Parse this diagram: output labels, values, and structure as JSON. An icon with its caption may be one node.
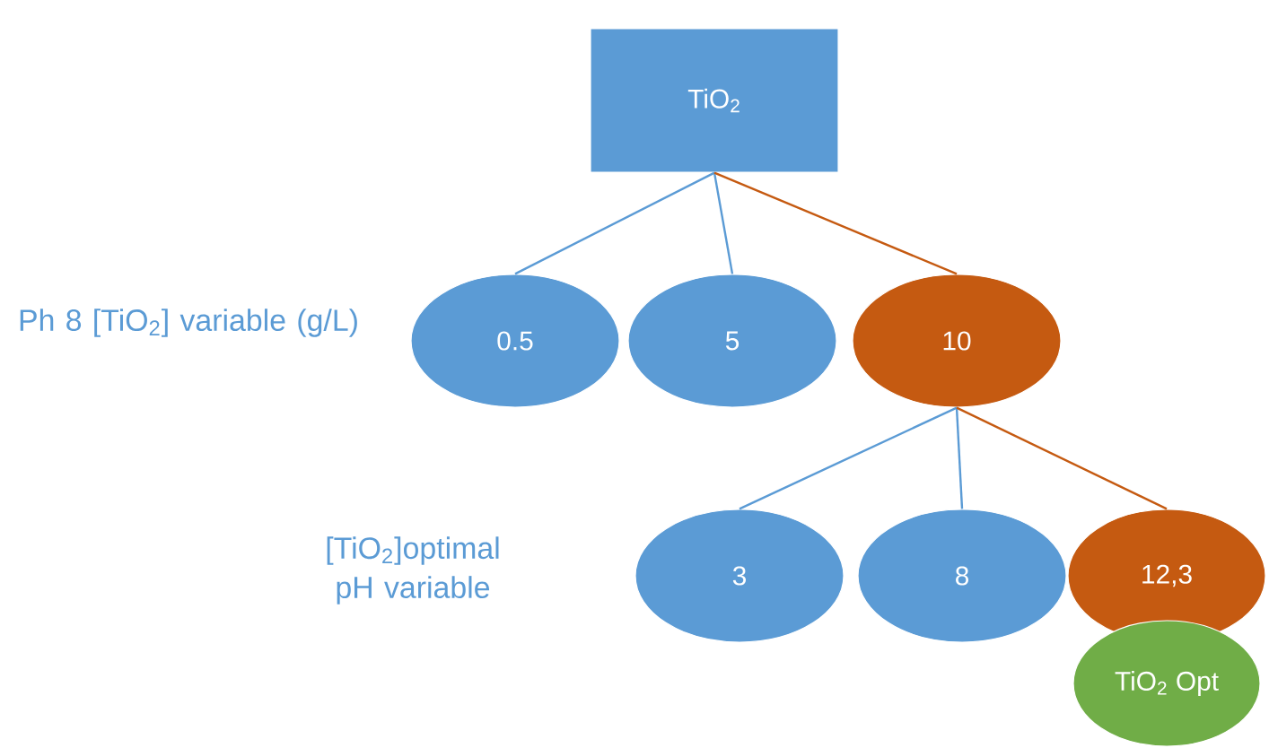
{
  "diagram": {
    "nodes": [
      {
        "text": [
          "TiO$_{2}$"
        ]
      },
      {
        "text": [
          "0.5"
        ]
      },
      {
        "text": [
          "5"
        ]
      },
      {
        "text": [
          "10"
        ]
      },
      {
        "text": [
          "3"
        ]
      },
      {
        "text": [
          "8"
        ]
      },
      {
        "text": [
          "12,3"
        ]
      },
      {
        "text": [
          "TiO$_{2}$ Opt"
        ]
      }
    ],
    "edges": [
      {
        "from": 0,
        "to": 1,
        "arrow": "none"
      },
      {
        "from": 0,
        "to": 2,
        "arrow": "none"
      },
      {
        "from": 0,
        "to": 3,
        "arrow": "none",
        "color": "#c55a11"
      },
      {
        "from": 3,
        "to": 4,
        "arrow": "none"
      },
      {
        "from": 3,
        "to": 5,
        "arrow": "none"
      },
      {
        "from": 3,
        "to": 6,
        "arrow": "none",
        "color": "#c55a11"
      }
    ],
    "labels": [
      "Ph 8 [TiO$_{2}$] variable (g/L)",
      "[TiO$_{2}$]optimal pH variable"
    ]
  }
}
